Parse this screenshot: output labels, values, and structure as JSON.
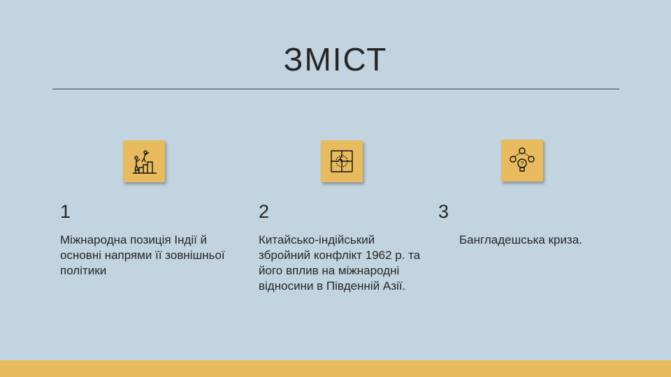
{
  "title": "ЗМІСТ",
  "items": [
    {
      "number": "1",
      "text": "Міжнародна позиція Індії й основні напрями її зовнішньої політики",
      "icon": "climbing-steps-icon"
    },
    {
      "number": "2",
      "text": "Китайсько-індійський збройний конфлікт 1962 р. та його вплив на міжнародні відносини в Південній Азії.",
      "icon": "puzzle-icon"
    },
    {
      "number": "3",
      "text": "Бангладешська криза.",
      "icon": "people-lightbulb-icon"
    }
  ],
  "colors": {
    "background": "#c2d4e0",
    "accent": "#e8bb5e"
  }
}
